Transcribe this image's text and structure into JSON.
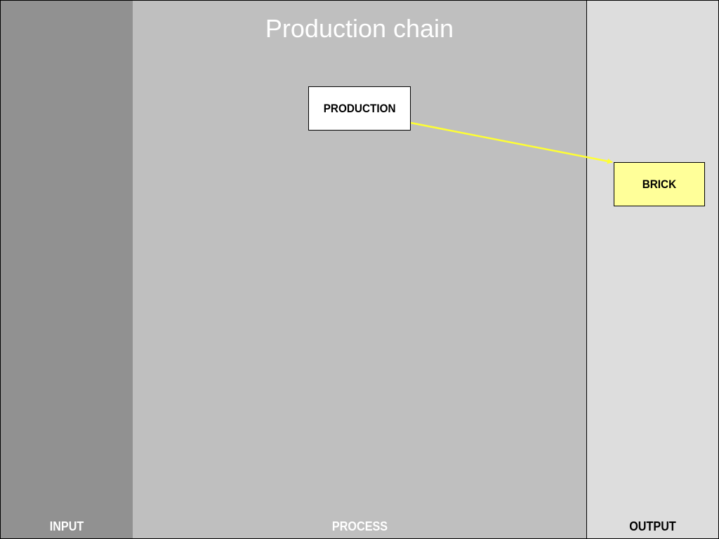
{
  "title": "Production chain",
  "columns": {
    "input": {
      "label": "INPUT",
      "bg": "#919191",
      "label_color": "#ffffff"
    },
    "process": {
      "label": "PROCESS",
      "bg": "#bfbfbf",
      "label_color": "#ffffff"
    },
    "output": {
      "label": "OUTPUT",
      "bg": "#dddddd",
      "label_color": "#000000"
    }
  },
  "nodes": {
    "production": {
      "label": "PRODUCTION",
      "fill": "#ffffff"
    },
    "brick": {
      "label": "BRICK",
      "fill": "#ffff99"
    }
  },
  "edges": [
    {
      "from": "production",
      "to": "brick",
      "color": "#ffff33"
    }
  ]
}
